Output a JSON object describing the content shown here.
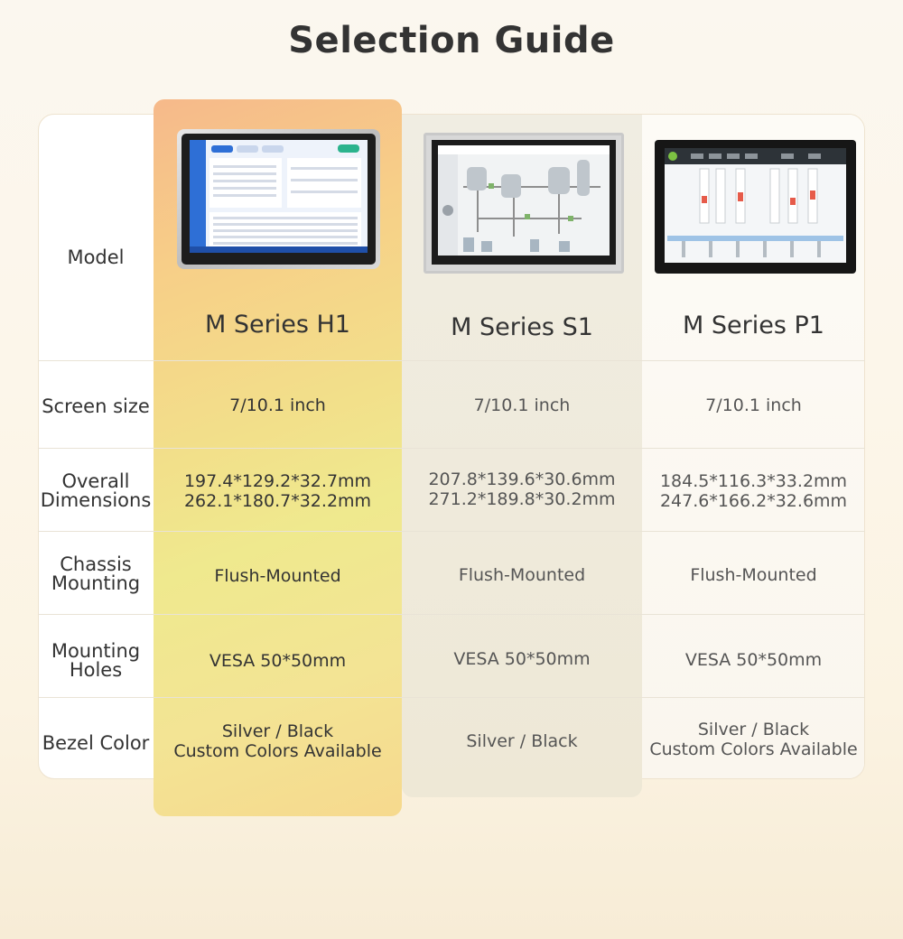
{
  "title": "Selection Guide",
  "row_labels": {
    "model": "Model",
    "screen_size": "Screen size",
    "overall_line1": "Overall",
    "overall_line2": "Dimensions",
    "chassis_line1": "Chassis",
    "chassis_line2": "Mounting",
    "holes_line1": "Mounting",
    "holes_line2": "Holes",
    "bezel": "Bezel Color"
  },
  "models": [
    {
      "name": "M Series H1",
      "screen_size": "7/10.1 inch",
      "dimensions": [
        "197.4*129.2*32.7mm",
        "262.1*180.7*32.2mm"
      ],
      "chassis_mounting": "Flush-Mounted",
      "mounting_holes": "VESA 50*50mm",
      "bezel_color": [
        "Silver / Black",
        "Custom Colors Available"
      ]
    },
    {
      "name": "M Series S1",
      "screen_size": "7/10.1 inch",
      "dimensions": [
        "207.8*139.6*30.6mm",
        "271.2*189.8*30.2mm"
      ],
      "chassis_mounting": "Flush-Mounted",
      "mounting_holes": "VESA 50*50mm",
      "bezel_color": [
        "Silver / Black"
      ]
    },
    {
      "name": "M Series P1",
      "screen_size": "7/10.1 inch",
      "dimensions": [
        "184.5*116.3*33.2mm",
        "247.6*166.2*32.6mm"
      ],
      "chassis_mounting": "Flush-Mounted",
      "mounting_holes": "VESA 50*50mm",
      "bezel_color": [
        "Silver / Black",
        "Custom Colors Available"
      ]
    }
  ],
  "colors": {
    "highlight_start": "#f6b98a",
    "highlight_end": "#efe98e",
    "s1_column": "#efeadb",
    "p1_column": "#faf6ee"
  }
}
